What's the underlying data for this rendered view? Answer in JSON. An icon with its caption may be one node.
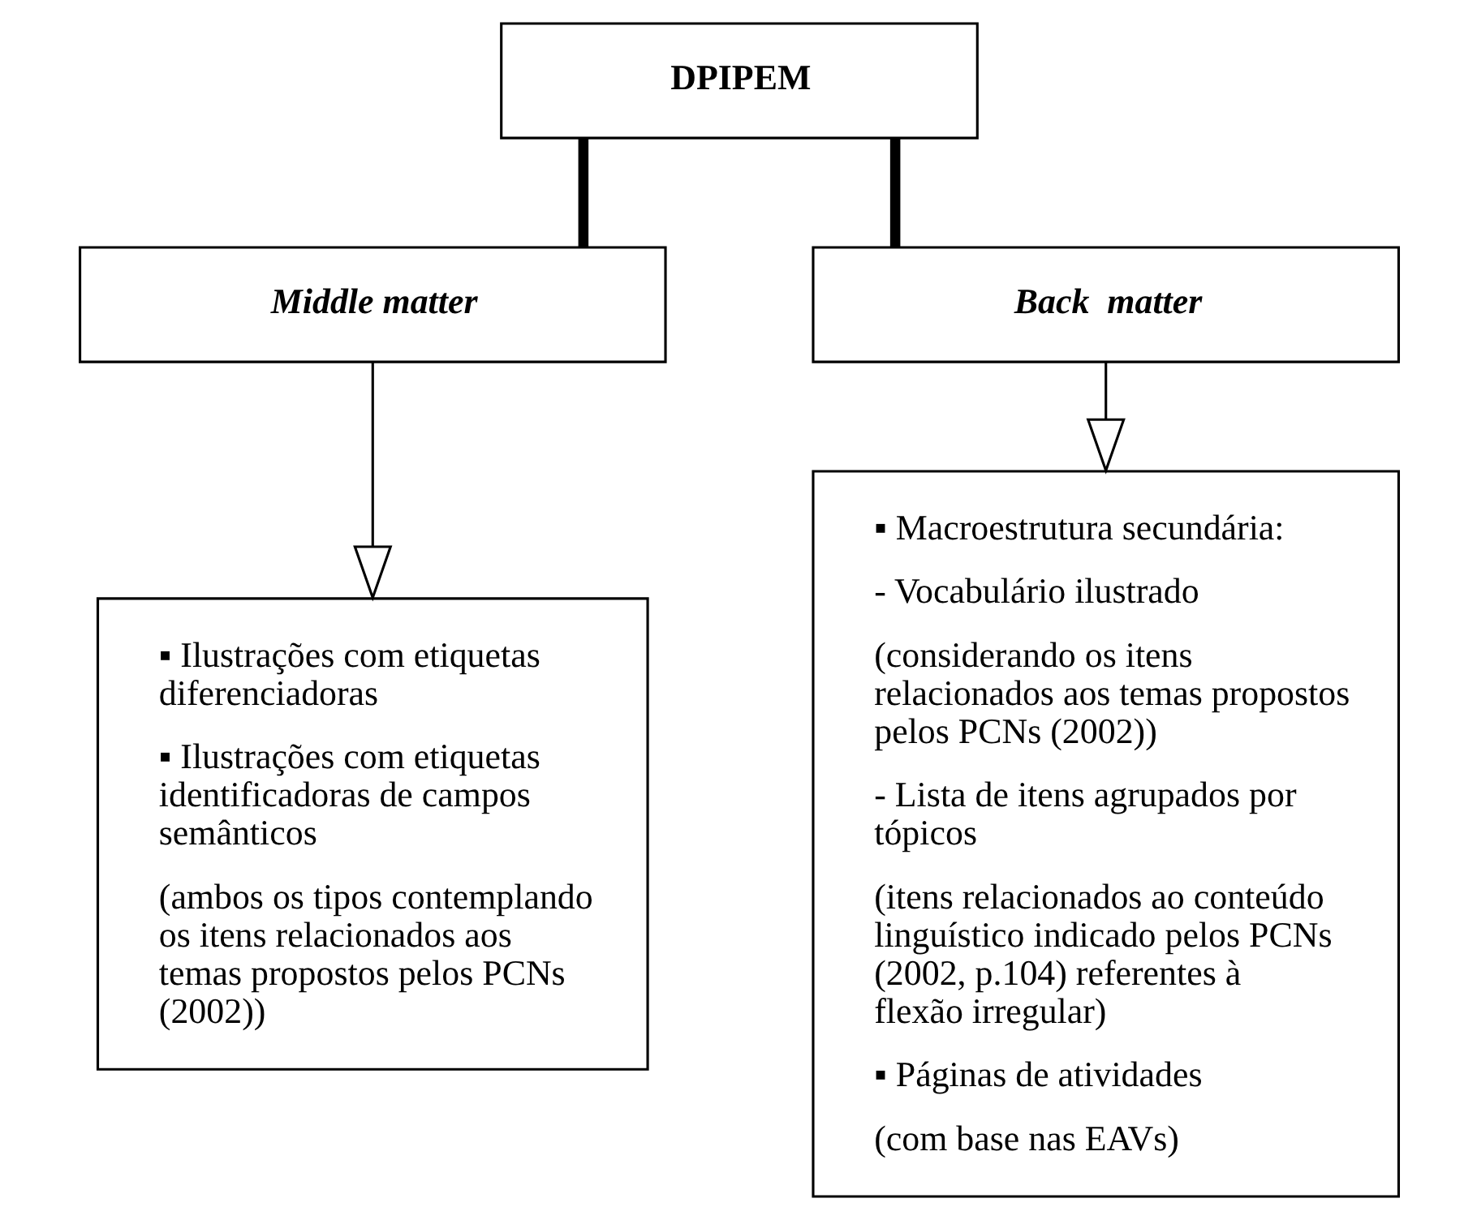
{
  "diagram": {
    "nodes": [
      {
        "text": [
          "DPIPEM"
        ]
      },
      {
        "text": [
          "Middle matter"
        ]
      },
      {
        "text": [
          "Back  matter"
        ]
      },
      {
        "text": [
          "▪ Ilustrações com etiquetas diferenciadoras",
          "▪ Ilustrações com etiquetas identificadoras de campos semânticos",
          "(ambos os tipos contemplando os itens relacionados aos temas propostos pelos PCNs (2002))"
        ]
      },
      {
        "text": [
          "▪ Macroestrutura secundária:",
          "- Vocabulário ilustrado",
          "(considerando os itens relacionados aos temas propostos pelos PCNs (2002))",
          "- Lista de itens agrupados por tópicos",
          "(itens relacionados ao conteúdo linguístico indicado pelos PCNs (2002, p.104) referentes à flexão irregular)",
          "▪ Páginas de atividades",
          "(com base nas EAVs)"
        ]
      }
    ],
    "edges": [
      {
        "from": 0,
        "to": 1,
        "arrow": "none",
        "style": "thick"
      },
      {
        "from": 0,
        "to": 2,
        "arrow": "none",
        "style": "thick"
      },
      {
        "from": 1,
        "to": 3,
        "arrow": "to"
      },
      {
        "from": 2,
        "to": 4,
        "arrow": "to"
      }
    ]
  }
}
